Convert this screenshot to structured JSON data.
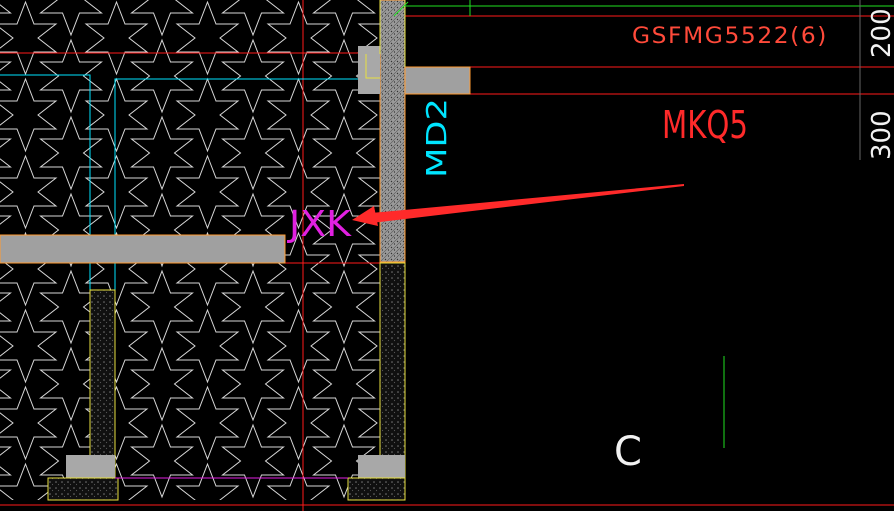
{
  "drawing": {
    "labels": {
      "door_tag": "GSFMG5522(6)",
      "wall_tag": "MKQ5",
      "door_md": "MD2",
      "room_tag": "JXK",
      "grid_c": "C",
      "dim_top": "200",
      "dim_right": "300"
    },
    "colors": {
      "background": "#000000",
      "hatch_star": "#d8d8d8",
      "wall_fill": "#a0a0a0",
      "gridline_red": "#ff1a1a",
      "cyan": "#00e5ff",
      "magenta": "#e020e0",
      "yellow": "#e8e040",
      "green": "#20e020",
      "text_red": "#ff2a2a",
      "text_orange": "#ff4a3a",
      "arrow": "#ff2a2a",
      "white": "#f2f2f2"
    }
  }
}
